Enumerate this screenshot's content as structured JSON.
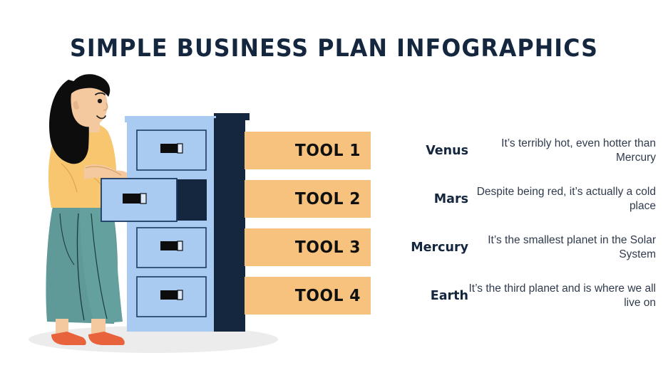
{
  "slide": {
    "background_color": "#ffffff",
    "title": "SIMPLE BUSINESS PLAN INFOGRAPHICS",
    "title_color": "#14273f"
  },
  "illustration": {
    "name": "woman-opening-filing-cabinet",
    "colors": {
      "cabinet_body": "#a9cbf2",
      "cabinet_side_panel": "#14273f",
      "drawer_outline": "#1b3a63",
      "handle": "#0d0d0d",
      "hair": "#0d0d0d",
      "skin": "#f4c9a0",
      "top": "#f7c66f",
      "pants": "#5f9a99",
      "shoes": "#e8623c",
      "floor_shadow": "#ececed"
    },
    "parts": [
      "woman-figure",
      "filing-cabinet",
      "open-drawer",
      "floor-shadow"
    ]
  },
  "tools": {
    "bar_color": "#f7c27e",
    "items": [
      {
        "label": "TOOL 1"
      },
      {
        "label": "TOOL 2"
      },
      {
        "label": "TOOL 3"
      },
      {
        "label": "TOOL 4"
      }
    ]
  },
  "planets": {
    "items": [
      {
        "name": "Venus",
        "description": "It’s terribly hot, even hotter than Mercury"
      },
      {
        "name": "Mars",
        "description": "Despite being red, it’s actually a cold place"
      },
      {
        "name": "Mercury",
        "description": "It’s the smallest planet in the Solar System"
      },
      {
        "name": "Earth",
        "description": "It’s the third planet and is where we all live on"
      }
    ]
  }
}
